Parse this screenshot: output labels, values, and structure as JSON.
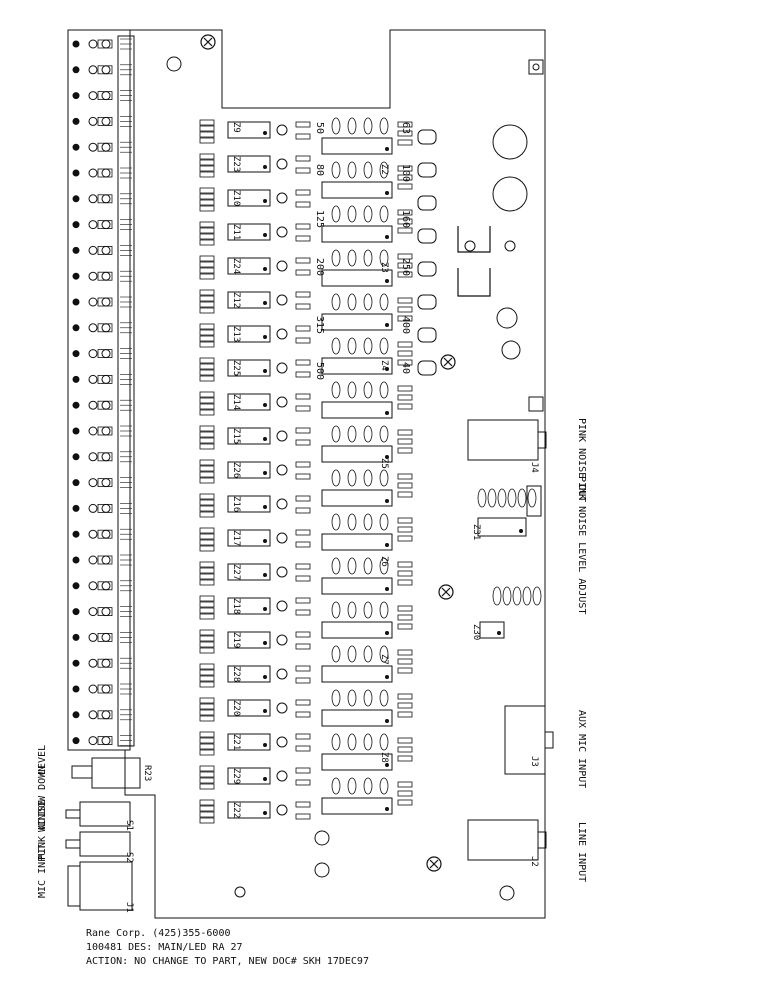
{
  "footer": {
    "line1": "Rane Corp.  (425)355-6000",
    "line2": "100481 DES: MAIN/LED RA 27",
    "line3": "ACTION: NO CHANGE TO PART, NEW DOC# SKH 17DEC97"
  },
  "left_labels": {
    "level": "LEVEL",
    "window_down": "WINDOW DOWN",
    "pink_noise": "PINK NOISE",
    "mic_input": "MIC INPUT"
  },
  "right_labels": {
    "pink_noise_out": "PINK NOISE OUT",
    "pink_noise_level_adjust": "PINK NOISE LEVEL ADJUST",
    "aux_mic_input": "AUX MIC INPUT",
    "line_input": "LINE INPUT"
  },
  "jacks": {
    "j1": "J1",
    "j2": "J2",
    "j3": "J3",
    "j4": "J4"
  },
  "switches": {
    "s1": "S1",
    "s2": "S2",
    "r23": "R23"
  },
  "freq_labels": [
    "50",
    "63",
    "80",
    "100",
    "125",
    "160",
    "200",
    "250",
    "315",
    "400",
    "500",
    "40"
  ],
  "ic_left": [
    "Z9",
    "Z23",
    "Z10",
    "Z11",
    "Z24",
    "Z12",
    "Z13",
    "Z25",
    "Z14",
    "Z15",
    "Z26",
    "Z16",
    "Z17",
    "Z27",
    "Z18",
    "Z19",
    "Z28",
    "Z20",
    "Z21",
    "Z29",
    "Z22"
  ],
  "ic_mid": [
    "Z2",
    "Z3",
    "Z4",
    "Z5",
    "Z6",
    "Z7",
    "Z8"
  ],
  "ic_right": [
    "Z31",
    "Z30"
  ]
}
